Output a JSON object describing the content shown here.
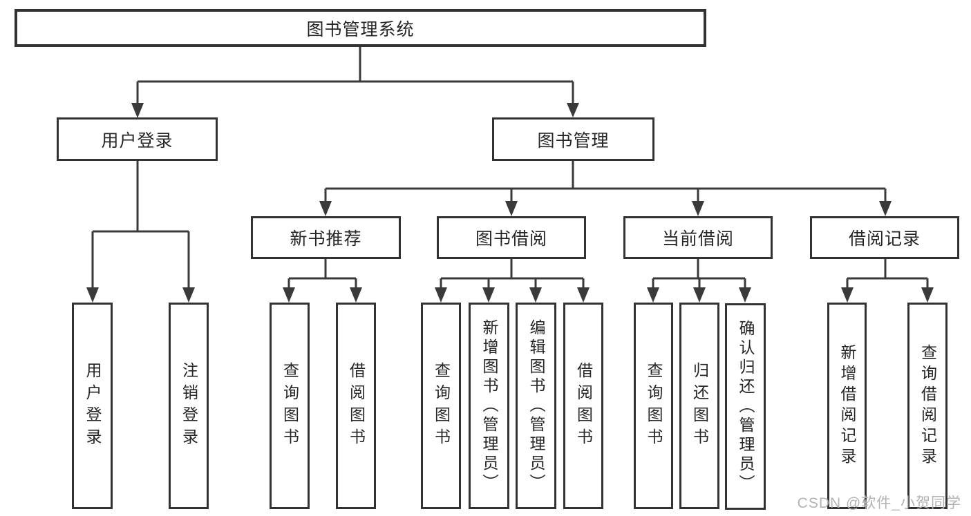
{
  "diagram": {
    "type": "tree",
    "title": "图书管理系统",
    "structure": [
      {
        "parent": "图书管理系统",
        "children": [
          "用户登录",
          "图书管理"
        ]
      },
      {
        "parent": "用户登录",
        "children": [
          "用户登录",
          "注销登录"
        ]
      },
      {
        "parent": "图书管理",
        "children": [
          "新书推荐",
          "图书借阅",
          "当前借阅",
          "借阅记录"
        ]
      },
      {
        "parent": "新书推荐",
        "children": [
          "查询图书",
          "借阅图书"
        ]
      },
      {
        "parent": "图书借阅",
        "children": [
          "查询图书",
          "新增图书（管理员）",
          "编辑图书（管理员）",
          "借阅图书"
        ]
      },
      {
        "parent": "当前借阅",
        "children": [
          "查询图书",
          "归还图书",
          "确认归还（管理员）"
        ]
      },
      {
        "parent": "借阅记录",
        "children": [
          "新增借阅记录",
          "查询借阅记录"
        ]
      }
    ]
  },
  "nodes": {
    "root": "图书管理系统",
    "user_login": "用户登录",
    "book_management": "图书管理",
    "new_book_recommend": "新书推荐",
    "book_borrowing": "图书借阅",
    "current_borrowing": "当前借阅",
    "borrowing_records": "借阅记录",
    "leaf_user_login": "用户登录",
    "leaf_logout": "注销登录",
    "recommend_query_books": "查询图书",
    "recommend_borrow_books": "借阅图书",
    "borrowing_query_books": "查询图书",
    "borrowing_add_books": "新增图书（管理员）",
    "borrowing_edit_books": "编辑图书（管理员）",
    "borrowing_borrow_books": "借阅图书",
    "current_query_books": "查询图书",
    "current_return_books": "归还图书",
    "current_confirm_return": "确认归还（管理员）",
    "records_add_record": "新增借阅记录",
    "records_query_record": "查询借阅记录"
  },
  "watermark": "CSDN @软件_小贺同学",
  "colors": {
    "line": "#3a3a3a",
    "text": "#262626",
    "watermark": "#b3b3b3",
    "background": "#ffffff"
  }
}
